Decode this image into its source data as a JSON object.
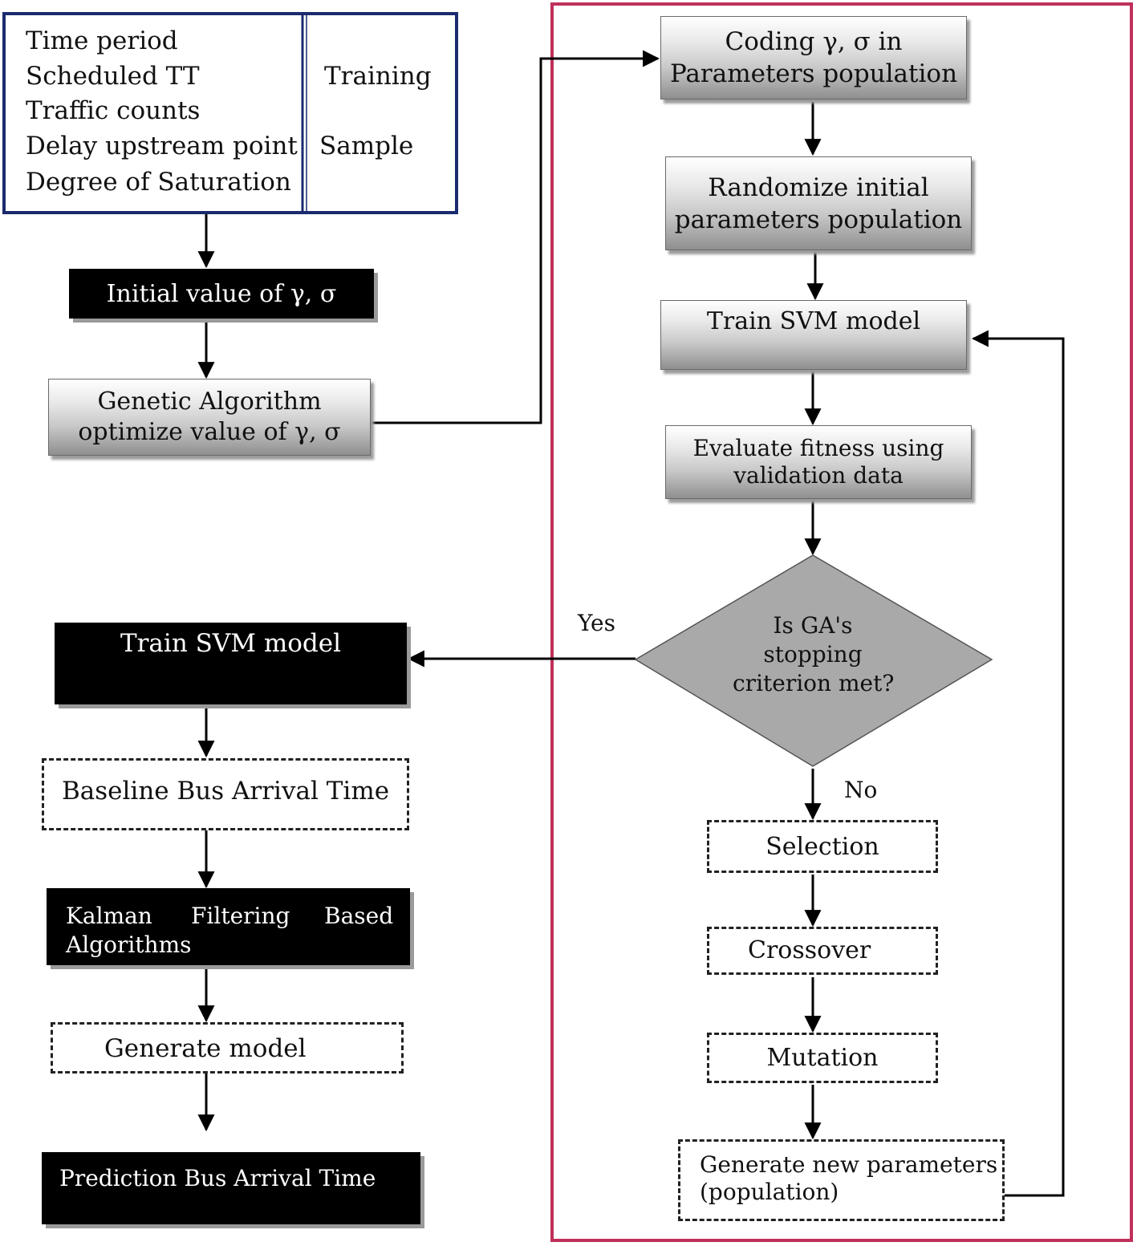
{
  "input_box": {
    "features": [
      "Time period",
      "Scheduled TT",
      "Traffic counts",
      "Delay upstream point",
      "Degree of Saturation"
    ],
    "side_labels": [
      "Training",
      "Sample"
    ]
  },
  "left_flow": {
    "initial_value": "Initial value of γ, σ",
    "ga_line1": "Genetic Algorithm",
    "ga_line2": "optimize value of γ, σ",
    "train_svm": "Train SVM model",
    "baseline": "Baseline Bus Arrival Time",
    "kalman_words": [
      "Kalman",
      "Filtering",
      "Based"
    ],
    "kalman_line2": "Algorithms",
    "generate_model": "Generate model",
    "prediction": "Prediction Bus Arrival  Time"
  },
  "ga_flow": {
    "coding_line1": "Coding γ, σ in",
    "coding_line2": "Parameters population",
    "randomize_line1": "Randomize initial",
    "randomize_line2": "parameters population",
    "train_svm": "Train SVM model",
    "evaluate_line1": "Evaluate fitness using",
    "evaluate_line2": "validation data",
    "decision_line1": "Is GA's",
    "decision_line2": "stopping",
    "decision_line3": "criterion met?",
    "yes_label": "Yes",
    "no_label": "No",
    "selection": "Selection",
    "crossover": "Crossover",
    "mutation": "Mutation",
    "generate_new_line1": "Generate new parameters",
    "generate_new_line2": "(population)"
  },
  "colors": {
    "input_border": "#1a2a6e",
    "ga_frame": "#c0305a",
    "black_box": "#000000",
    "decision_fill": "#a9a9a9"
  }
}
